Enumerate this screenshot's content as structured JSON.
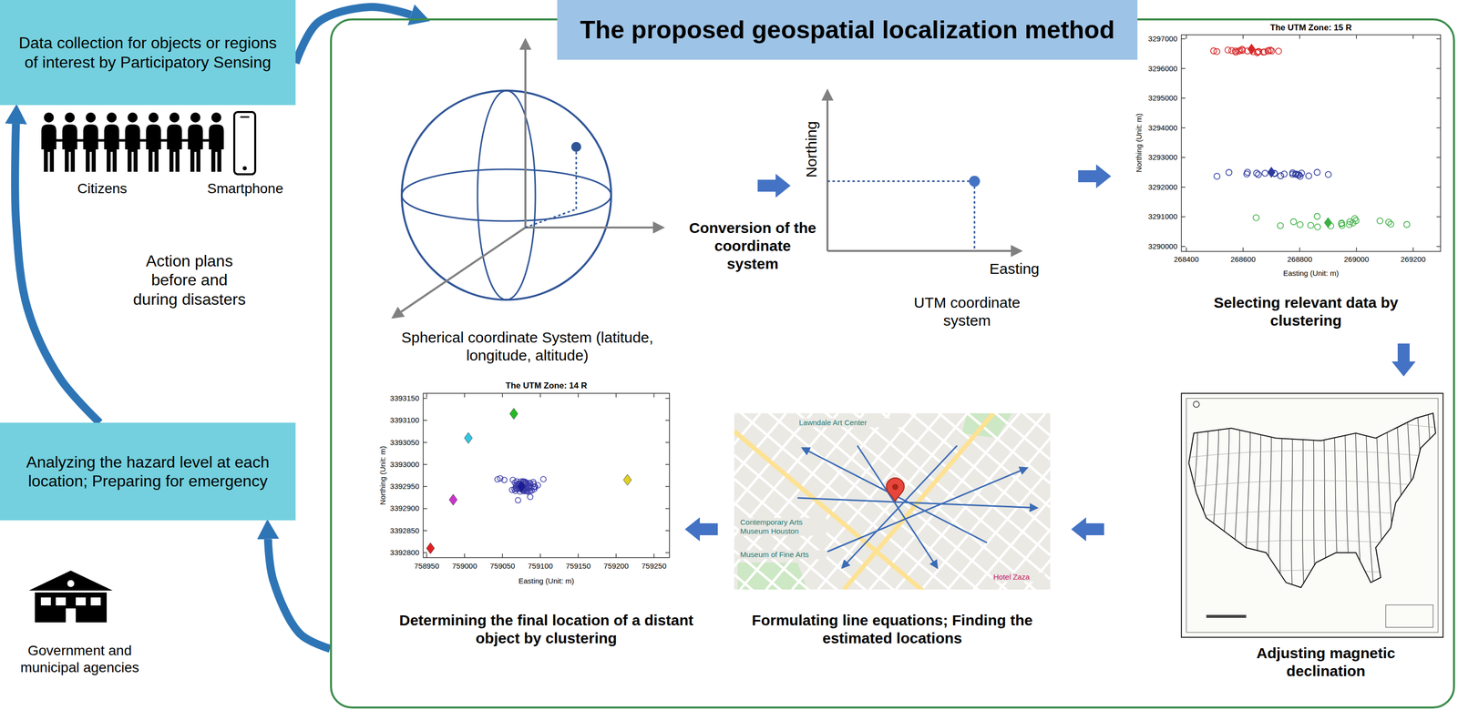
{
  "diagram": {
    "nodes": [
      {
        "text": [
          "Data collection for objects or regions of interest by Participatory Sensing"
        ]
      },
      {
        "text": [
          "The proposed geospatial localization method"
        ]
      },
      {
        "text": [
          "Analyzing the hazard level at each location; Preparing for emergency"
        ]
      }
    ],
    "edges": [
      {
        "from": 0,
        "to": 1,
        "arrow": "to"
      },
      {
        "from": 1,
        "to": 2,
        "arrow": "to"
      },
      {
        "from": 2,
        "to": 0,
        "arrow": "to",
        "label": "Action plans before and during disasters"
      }
    ],
    "labels": [
      "Citizens",
      "Smartphone",
      "Government and municipal agencies",
      "Spherical coordinate System (latitude, longitude, altitude)",
      "Conversion of the coordinate system",
      "Northing",
      "Easting",
      "UTM coordinate system",
      "The UTM Zone: 15 R",
      "3297000",
      "3296000",
      "3295000",
      "3294000",
      "3293000",
      "3292000",
      "3291000",
      "3290000",
      "Northing (Unit: m)",
      "268400",
      "268600",
      "268800",
      "269000",
      "269200",
      "Easting (Unit: m)",
      "Selecting relevant data by clustering",
      "Adjusting magnetic declination",
      "Lawndale Art Center",
      "Contemporary Arts Museum Houston",
      "Museum of Fine Arts",
      "Hotel Zaza",
      "Formulating line equations; Finding the estimated locations",
      "The UTM Zone: 14 R",
      "3393150",
      "3393100",
      "3393050",
      "3393000",
      "3392950",
      "3392900",
      "3392850",
      "3392800",
      "Northing (Unit: m)",
      "758950",
      "759000",
      "759050",
      "759100",
      "759150",
      "759200",
      "759250",
      "Easting (Unit: m)",
      "Determining the final location of a distant object by clustering"
    ]
  }
}
